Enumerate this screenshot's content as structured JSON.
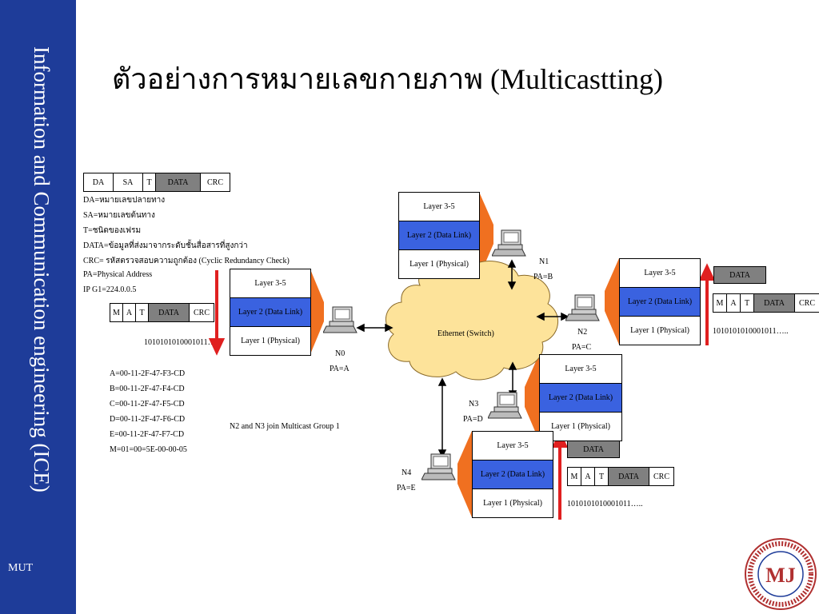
{
  "sidebar": {
    "vertical_title": "Information and Communication engineering (ICE)",
    "footer": "MUT"
  },
  "slide": {
    "title": "ตัวอย่างการหมายเลขกายภาพ (Multicastting)"
  },
  "header_frame": {
    "cells": [
      "DA",
      "SA",
      "T",
      "DATA",
      "CRC"
    ]
  },
  "legend": {
    "lines": [
      "DA=หมายเลขปลายทาง",
      "SA=หมายเลขต้นทาง",
      "T=ชนิดของเฟรม",
      "DATA=ข้อมูลที่ส่งมาจากระดับชั้นสื่อสารที่สูงกว่า",
      "CRC= รหัสตรวจสอบความถูกต้อง (Cyclic Redundancy Check)",
      "PA=Physical Address",
      "IP G1=224.0.0.5"
    ]
  },
  "mat_frame": {
    "cells": [
      "M",
      "A",
      "T",
      "DATA",
      "CRC"
    ]
  },
  "bits": {
    "n0": "1010101010001011…",
    "n2": "1010101010001011…..",
    "n4": "1010101010001011…..",
    "n2_data": "DATA",
    "n4_data": "DATA"
  },
  "addresses": [
    "A=00-11-2F-47-F3-CD",
    "B=00-11-2F-47-F4-CD",
    "C=00-11-2F-47-F5-CD",
    "D=00-11-2F-47-F6-CD",
    "E=00-11-2F-47-F7-CD",
    "M=01=00=5E-00-00-05"
  ],
  "note": "N2 and N3 join Multicast Group 1",
  "layers": {
    "top": "Layer 3-5",
    "mid": "Layer 2 (Data Link)",
    "bot": "Layer 1 (Physical)"
  },
  "network": {
    "switch_label": "Ethernet (Switch)"
  },
  "nodes": [
    {
      "id": "N0",
      "pa": "PA=A"
    },
    {
      "id": "N1",
      "pa": "PA=B"
    },
    {
      "id": "N2",
      "pa": "PA=C"
    },
    {
      "id": "N3",
      "pa": "PA=D"
    },
    {
      "id": "N4",
      "pa": "PA=E"
    }
  ],
  "colors": {
    "sidebar": "#1e3c99",
    "layer2": "#3a62e0",
    "arrow_red": "#e02020",
    "cloud": "#fde39a",
    "orange": "#f07020",
    "data_gray": "#808080"
  },
  "logo": {
    "monogram": "MJ"
  }
}
